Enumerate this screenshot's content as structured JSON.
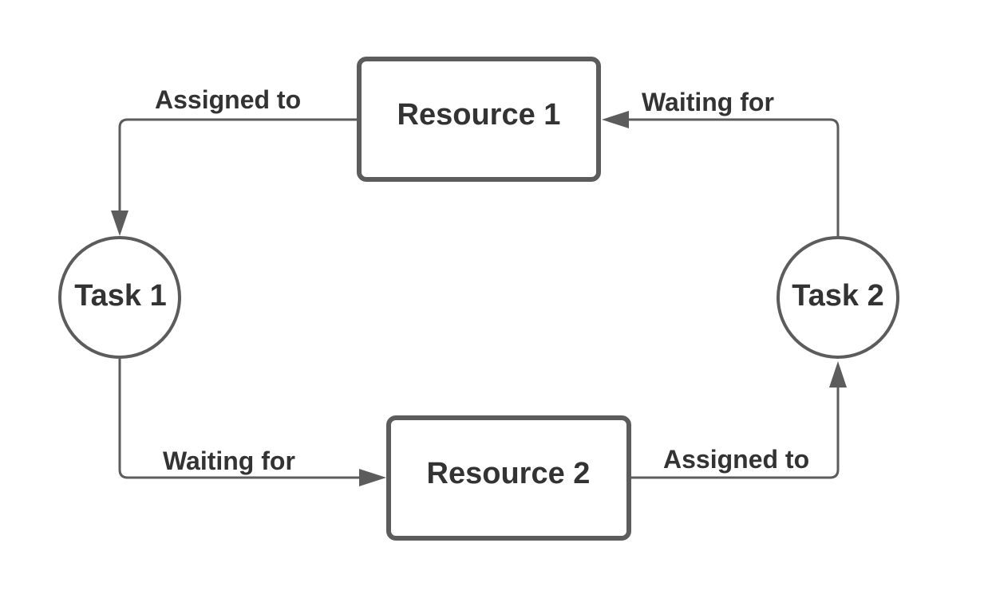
{
  "diagram": {
    "nodes": {
      "resource1": "Resource 1",
      "resource2": "Resource 2",
      "task1": "Task 1",
      "task2": "Task 2"
    },
    "edges": [
      {
        "from": "Resource 1",
        "to": "Task 1",
        "label": "Assigned to"
      },
      {
        "from": "Task 1",
        "to": "Resource 2",
        "label": "Waiting for"
      },
      {
        "from": "Resource 2",
        "to": "Task 2",
        "label": "Assigned to"
      },
      {
        "from": "Task 2",
        "to": "Resource 1",
        "label": "Waiting for"
      }
    ],
    "colors": {
      "stroke": "#5c5c5c",
      "text": "#333333",
      "background": "#ffffff"
    }
  }
}
